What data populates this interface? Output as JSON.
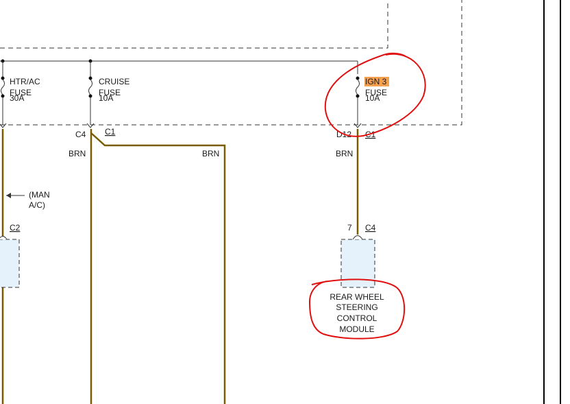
{
  "fuses": {
    "htr_ac": {
      "line1": "HTR/AC",
      "line2": "FUSE",
      "rating": "30A"
    },
    "cruise": {
      "line1": "CRUISE",
      "line2": "FUSE",
      "rating": "10A"
    },
    "ign3": {
      "line1": "IGN 3",
      "line2": "FUSE",
      "rating": "10A"
    }
  },
  "connectors": {
    "c4_cruise_pin": "C4",
    "c1_cruise": "C1",
    "d12_pin": "D12",
    "c1_ign": "C1",
    "c2": "C2",
    "pin7": "7",
    "c4_module": "C4"
  },
  "wires": {
    "brn_cruise_left": "BRN",
    "brn_cruise_right": "BRN",
    "brn_ign": "BRN",
    "wire_color_hex": "#7a5c00"
  },
  "notes": {
    "man_ac_line1": "(MAN",
    "man_ac_line2": "A/C)"
  },
  "module": {
    "line1": "REAR WHEEL",
    "line2": "STEERING",
    "line3": "CONTROL",
    "line4": "MODULE",
    "fill_hex": "#e6f2fb"
  },
  "highlight": {
    "ign3_fill_hex": "#f5a050",
    "markup_circle_hex": "#e01010"
  }
}
